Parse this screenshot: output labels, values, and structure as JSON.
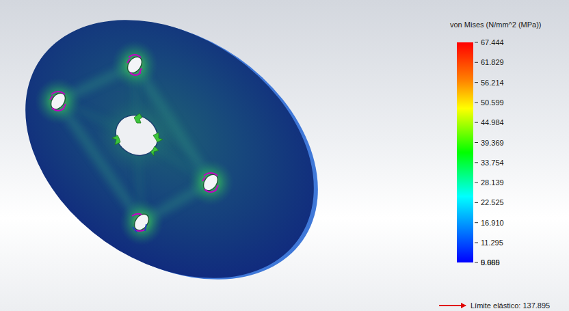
{
  "diagram": {
    "labels": [
      "von Mises (N/mm^2 (MPa))",
      "67.444",
      "61.829",
      "56.214",
      "50.599",
      "44.984",
      "39.369",
      "33.754",
      "28.139",
      "22.525",
      "16.910",
      "11.295",
      "5.680",
      "0.065",
      "Límite elástico: 137.895"
    ]
  }
}
